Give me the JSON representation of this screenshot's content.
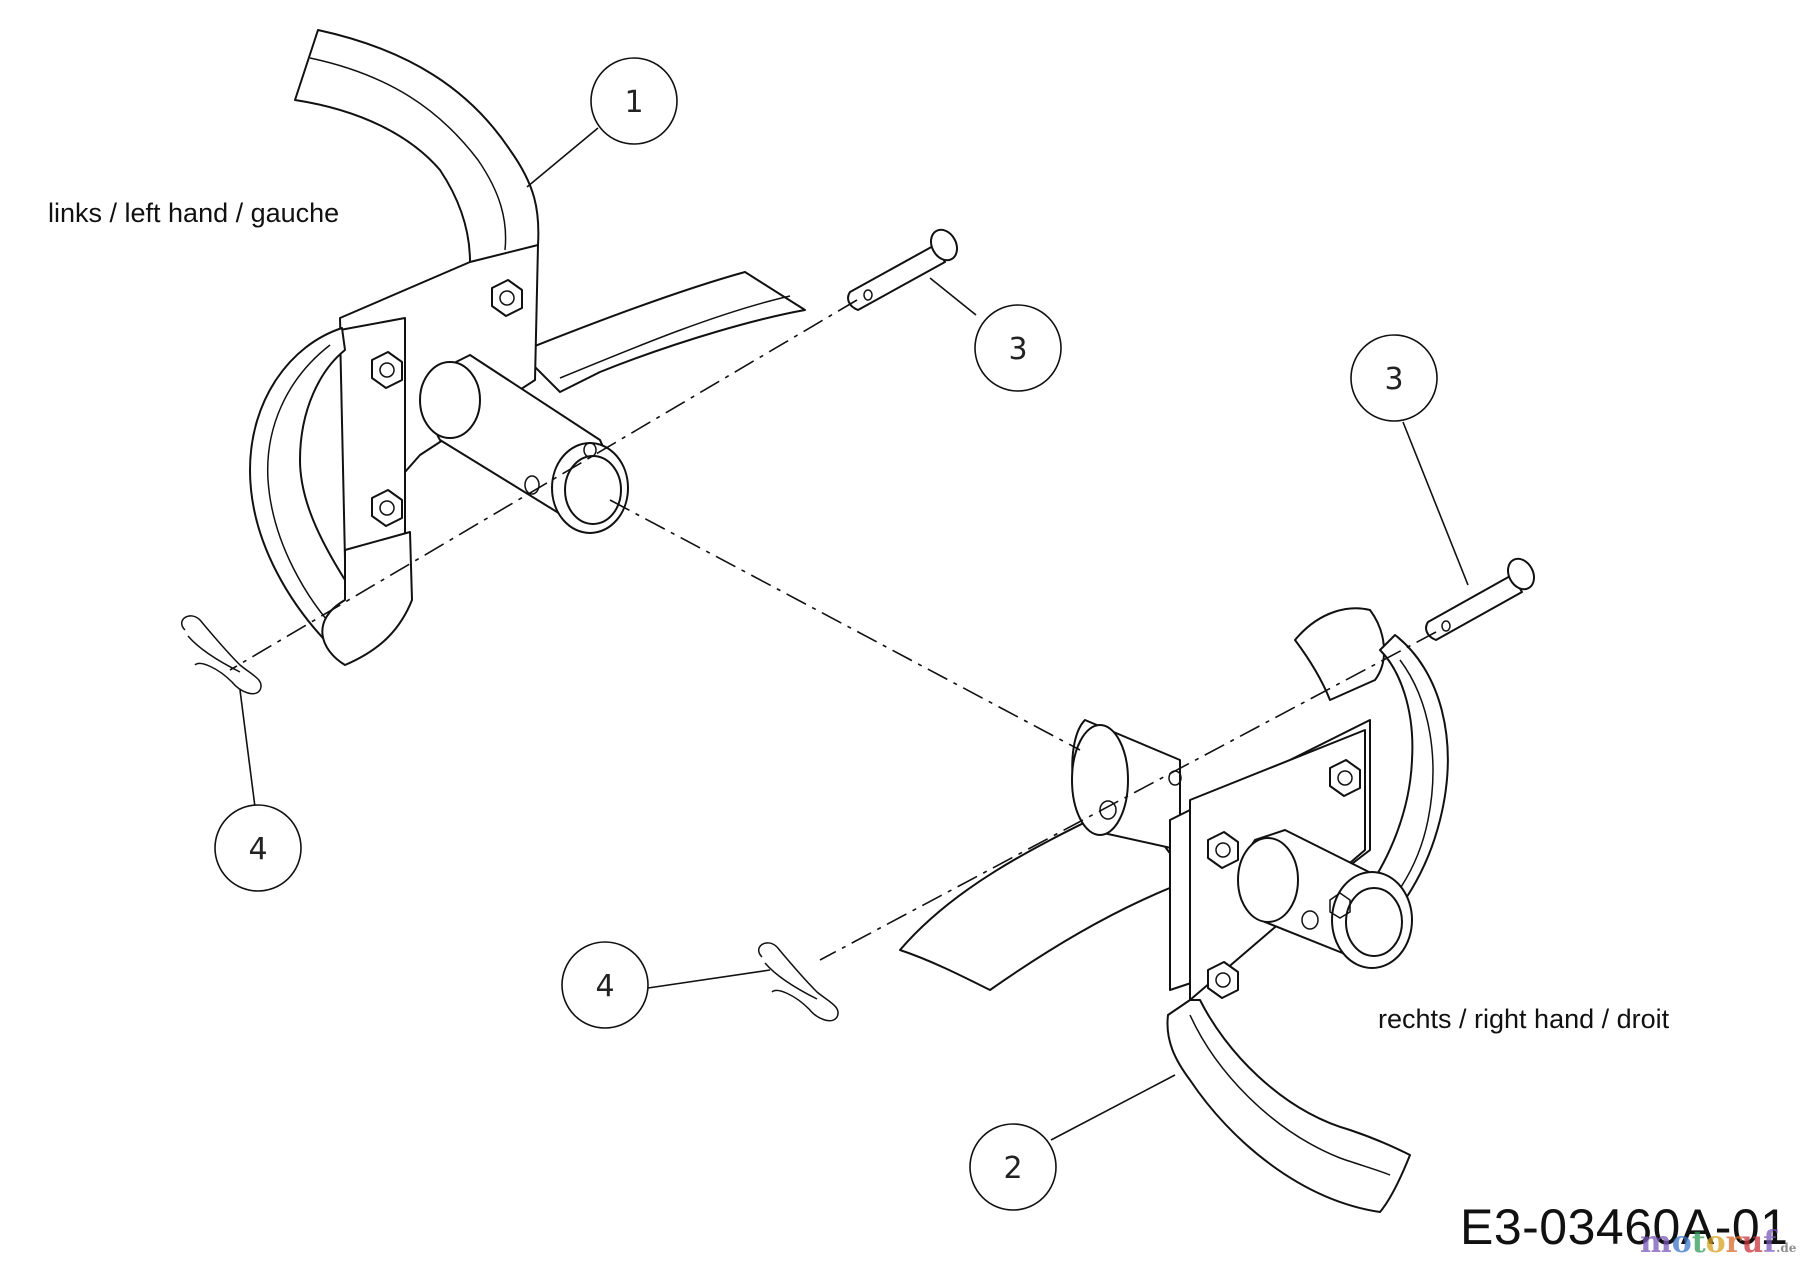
{
  "labels": {
    "left_side": "links / left hand / gauche",
    "right_side": "rechts / right hand / droit",
    "drawing_code": "E3-03460A-01"
  },
  "callouts": [
    {
      "id": "1",
      "text": "1"
    },
    {
      "id": "2",
      "text": "2"
    },
    {
      "id": "3a",
      "text": "3"
    },
    {
      "id": "3b",
      "text": "3"
    },
    {
      "id": "4a",
      "text": "4"
    },
    {
      "id": "4b",
      "text": "4"
    }
  ],
  "watermark": {
    "letters": [
      "m",
      "o",
      "t",
      "o",
      "r",
      "u",
      "f"
    ],
    "suffix": ".de"
  }
}
